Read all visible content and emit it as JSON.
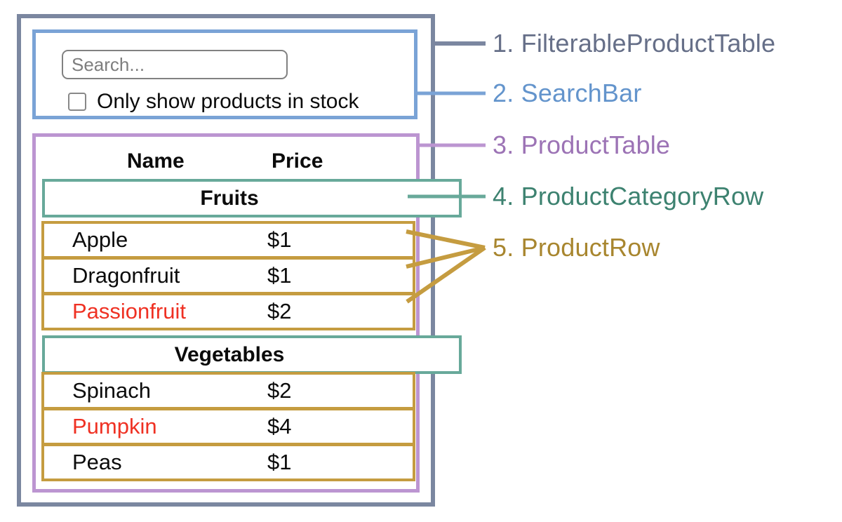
{
  "diagram": {
    "search_bar": {
      "input_placeholder": "Search...",
      "input_value": "",
      "checkbox_label": "Only show products in stock",
      "checkbox_checked": false
    },
    "table": {
      "headers": {
        "name": "Name",
        "price": "Price"
      },
      "groups": [
        {
          "category": "Fruits",
          "rows": [
            {
              "name": "Apple",
              "price": "$1",
              "highlight": false
            },
            {
              "name": "Dragonfruit",
              "price": "$1",
              "highlight": false
            },
            {
              "name": "Passionfruit",
              "price": "$2",
              "highlight": true
            }
          ]
        },
        {
          "category": "Vegetables",
          "rows": [
            {
              "name": "Spinach",
              "price": "$2",
              "highlight": false
            },
            {
              "name": "Pumpkin",
              "price": "$4",
              "highlight": true
            },
            {
              "name": "Peas",
              "price": "$1",
              "highlight": false
            }
          ]
        }
      ]
    },
    "legend": [
      {
        "label": "1. FilterableProductTable",
        "color": "#666F88"
      },
      {
        "label": "2. SearchBar",
        "color": "#6394CC"
      },
      {
        "label": "3. ProductTable",
        "color": "#9C73B5"
      },
      {
        "label": "4. ProductCategoryRow",
        "color": "#3D8270"
      },
      {
        "label": "5. ProductRow",
        "color": "#A8862F"
      }
    ],
    "colors": {
      "filterable_product_table_border": "#7B87A0",
      "search_bar_border": "#7AA3D6",
      "product_table_border": "#BC95D1",
      "product_category_row_border": "#68A99A",
      "product_row_border": "#C59C40",
      "out_of_stock_text": "#EF3123"
    }
  }
}
